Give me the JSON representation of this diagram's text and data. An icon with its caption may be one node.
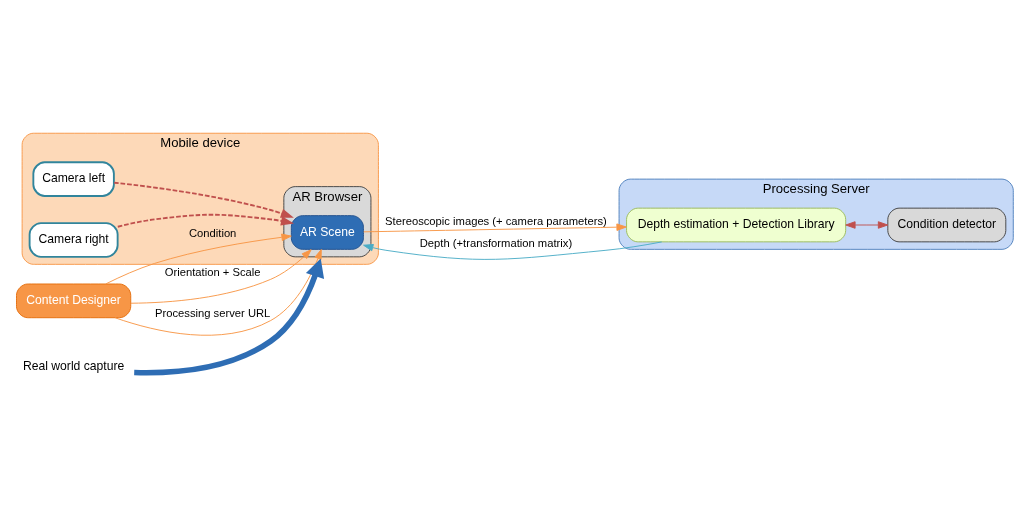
{
  "diagram": {
    "nodes": [
      {
        "text": [
          "Mobile device"
        ]
      },
      {
        "text": [
          "AR Browser"
        ],
        "in": 0
      },
      {
        "text": [
          "AR Scene"
        ],
        "in": 1
      },
      {
        "text": [
          "Camera left"
        ],
        "in": 0
      },
      {
        "text": [
          "Camera right"
        ],
        "in": 0
      },
      {
        "text": [
          "Processing Server"
        ]
      },
      {
        "text": [
          "Depth estimation + Detection Library"
        ],
        "in": 5
      },
      {
        "text": [
          "Condition detector"
        ],
        "in": 5
      },
      {
        "text": [
          "Content Designer"
        ]
      },
      {
        "text": [
          "Real world capture"
        ]
      }
    ],
    "edges": [
      {
        "from": 8,
        "to": 2,
        "arrow": "to",
        "label": "Condition"
      },
      {
        "from": 8,
        "to": 2,
        "arrow": "to",
        "label": "Orientation + Scale"
      },
      {
        "from": 8,
        "to": 2,
        "arrow": "to",
        "label": "Processing server URL"
      },
      {
        "from": 2,
        "to": 6,
        "arrow": "to",
        "label": "Stereoscopic images (+ camera parameters)"
      },
      {
        "from": 6,
        "to": 2,
        "arrow": "to",
        "label": "Depth (+transformation matrix)",
        "color": "#4bacc6"
      },
      {
        "from": 3,
        "to": 2,
        "arrow": "to",
        "style": "dashed",
        "color": "#c0504d"
      },
      {
        "from": 4,
        "to": 2,
        "arrow": "to",
        "style": "dashed",
        "color": "#c0504d"
      },
      {
        "from": 6,
        "to": 7,
        "arrow": "both",
        "color": "#c0504d"
      },
      {
        "from": 9,
        "to": 0,
        "arrow": "to",
        "style": "thick",
        "color": "#2e6db4"
      }
    ]
  }
}
